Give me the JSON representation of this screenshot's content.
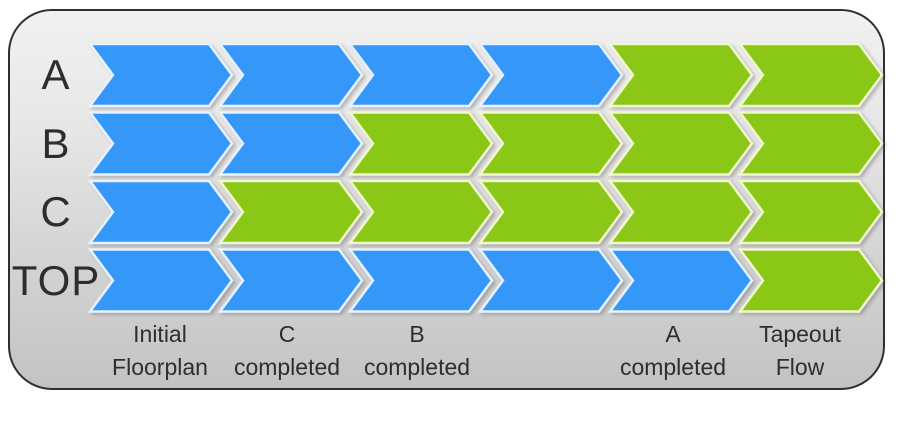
{
  "palette": {
    "blue_fill": "#3598f9",
    "blue_stroke": "#e7f2fe",
    "green_fill": "#8bc712",
    "green_stroke": "#f1f7d0",
    "panel_border": "#2f2f2f",
    "panel_bg_top": "#f1f1f1",
    "panel_bg_bottom": "#c3c3c3",
    "label_color": "#2d2d2d"
  },
  "diagram": {
    "type": "chevron-timeline",
    "columns": 6,
    "rows": [
      {
        "label": "A",
        "cells": [
          "blue",
          "blue",
          "blue",
          "blue",
          "green",
          "green"
        ]
      },
      {
        "label": "B",
        "cells": [
          "blue",
          "blue",
          "green",
          "green",
          "green",
          "green"
        ]
      },
      {
        "label": "C",
        "cells": [
          "blue",
          "green",
          "green",
          "green",
          "green",
          "green"
        ]
      },
      {
        "label": "TOP",
        "cells": [
          "blue",
          "blue",
          "blue",
          "blue",
          "blue",
          "green"
        ]
      }
    ],
    "milestones": [
      {
        "col": 0,
        "lines": [
          "Initial",
          "Floorplan"
        ]
      },
      {
        "col": 1,
        "lines": [
          "C",
          "completed"
        ]
      },
      {
        "col": 2,
        "lines": [
          "B",
          "completed"
        ]
      },
      {
        "col": 4,
        "lines": [
          "A",
          "completed"
        ]
      },
      {
        "col": 5,
        "lines": [
          "Tapeout",
          "Flow"
        ]
      }
    ]
  }
}
